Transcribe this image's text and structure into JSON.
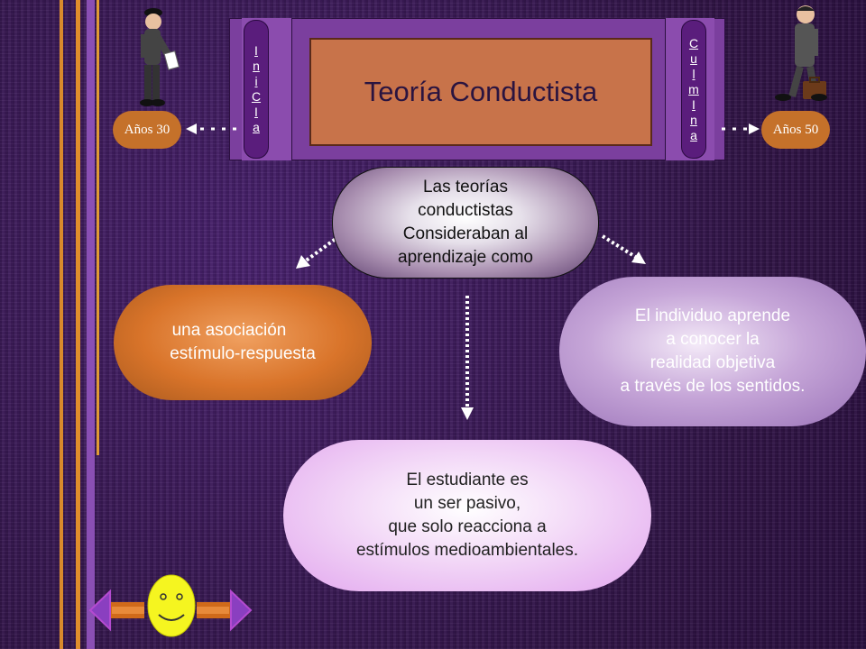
{
  "header": {
    "title": "Teoría Conductista",
    "left_vertical_label": [
      "I",
      "n",
      "i",
      "C",
      "I",
      "a"
    ],
    "right_vertical_label": [
      "C",
      "u",
      "l",
      "m",
      "I",
      "n",
      "a"
    ]
  },
  "timeline": {
    "start_year": "Años 30",
    "end_year": "Años 50"
  },
  "concepts": {
    "center": [
      "Las teorías",
      "conductistas",
      "Consideraban al",
      "aprendizaje como"
    ],
    "left": [
      "una asociación",
      "estímulo-respuesta"
    ],
    "right": [
      "El individuo aprende",
      "a conocer la",
      "realidad objetiva",
      "a través de los sentidos."
    ],
    "bottom": [
      "El estudiante es",
      "un ser pasivo,",
      "que solo reacciona a",
      "estímulos medioambientales."
    ]
  },
  "colors": {
    "background": "#3a1a55",
    "orange_accent": "#d9742a",
    "purple_frame": "#7b3f9e"
  },
  "icons": [
    "thinking-man-icon",
    "walking-man-icon",
    "smiley-icon",
    "arrow-left-icon",
    "arrow-right-icon"
  ]
}
